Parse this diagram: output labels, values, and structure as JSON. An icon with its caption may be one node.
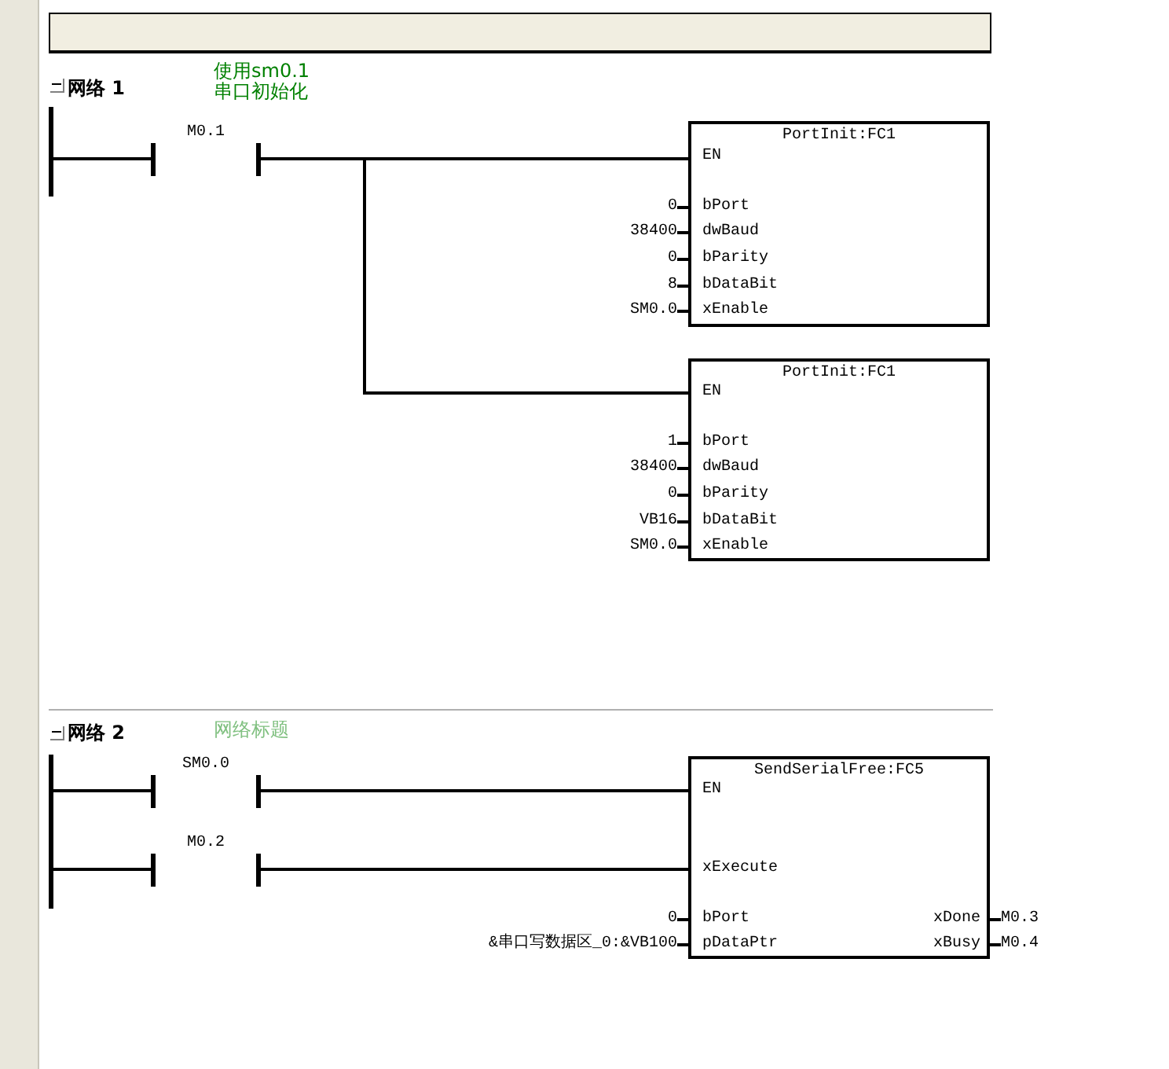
{
  "diagram": {
    "nodes": [
      {
        "text": [],
        "shape": "box"
      },
      {
        "text": [],
        "shape": "bar"
      },
      {
        "text": [
          "M0.1"
        ]
      },
      {
        "text": [
          "PortInit:FC1",
          "EN",
          "bPort",
          "dwBaud",
          "bParity",
          "bDataBit",
          "xEnable"
        ],
        "beside": [
          "0",
          "38400",
          "0",
          "8",
          "SM0.0"
        ]
      },
      {
        "text": [
          "PortInit:FC1",
          "EN",
          "bPort",
          "dwBaud",
          "bParity",
          "bDataBit",
          "xEnable"
        ],
        "beside": [
          "1",
          "38400",
          "0",
          "VB16",
          "SM0.0"
        ]
      },
      {
        "text": [],
        "shape": "bar"
      },
      {
        "text": [
          "SM0.0"
        ]
      },
      {
        "text": [
          "M0.2"
        ]
      },
      {
        "text": [
          "SendSerialFree:FC5",
          "EN",
          "xExecute",
          "bPort",
          "pDataPtr",
          "xDone",
          "xBusy"
        ],
        "beside": [
          "0",
          "&串口写数据区_0:&VB100",
          "M0.3",
          "M0.4"
        ]
      }
    ],
    "edges": [
      {
        "from": 1,
        "to": 2,
        "arrow": "none"
      },
      {
        "from": 2,
        "to": 3,
        "arrow": "none"
      },
      {
        "from": 2,
        "to": 4,
        "arrow": "none"
      },
      {
        "from": 5,
        "to": 6,
        "arrow": "none"
      },
      {
        "from": 5,
        "to": 7,
        "arrow": "none"
      },
      {
        "from": 6,
        "to": 8,
        "arrow": "none"
      },
      {
        "from": 7,
        "to": 8,
        "arrow": "none"
      }
    ],
    "labels": [
      "网络 1",
      "使用sm0.1串口初始化",
      "网络 2",
      "网络标题"
    ]
  }
}
